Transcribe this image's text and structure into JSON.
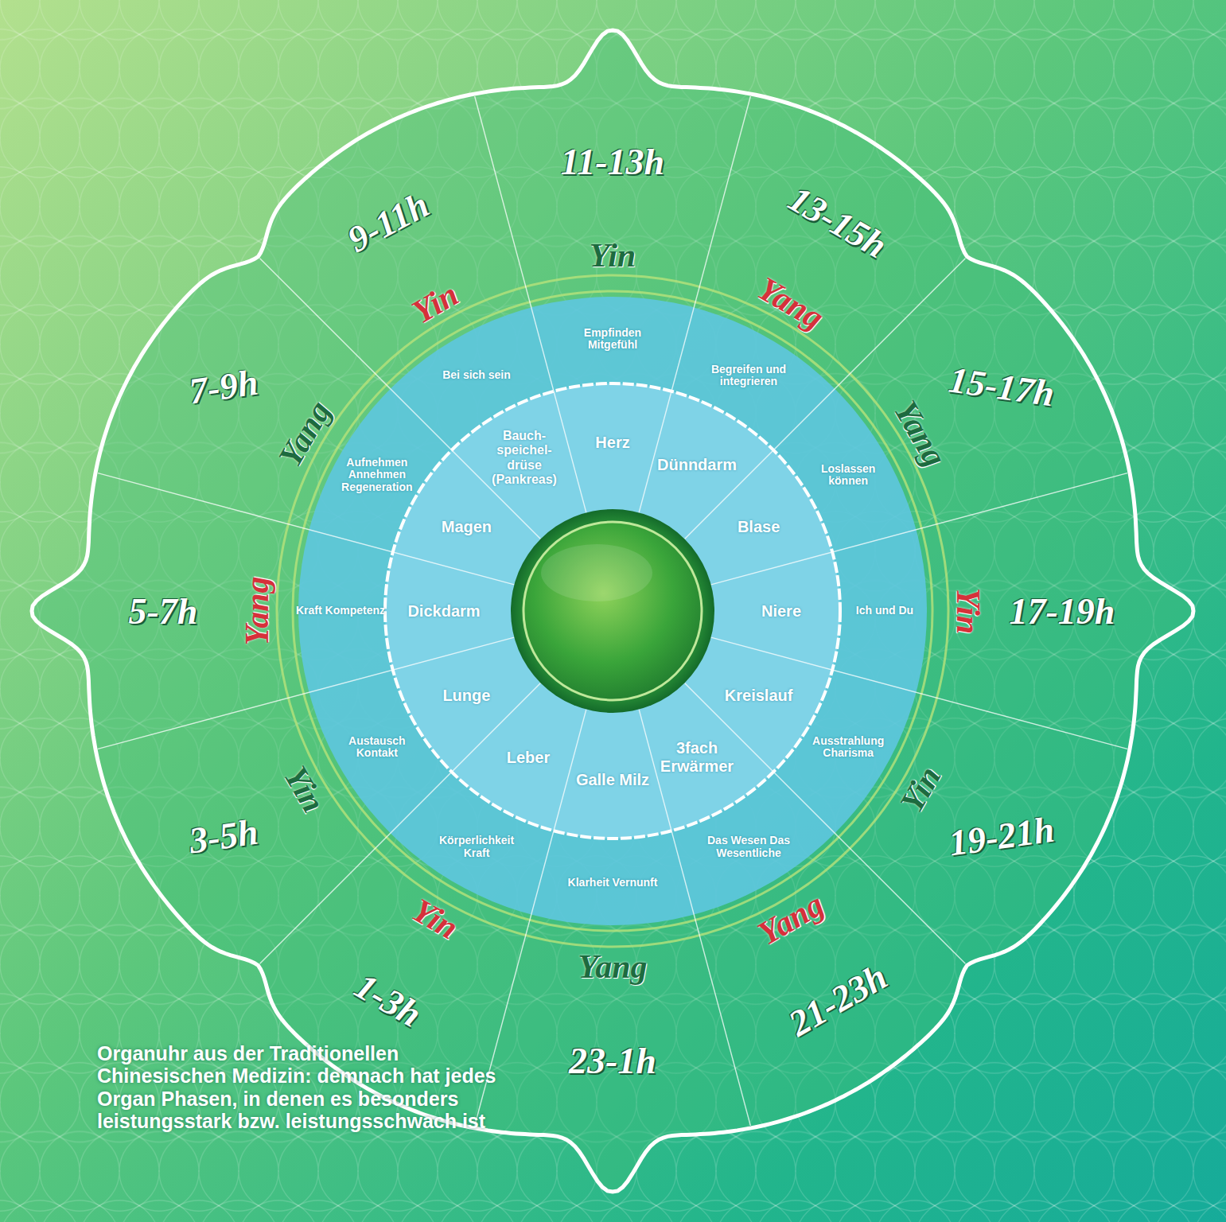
{
  "diagram": {
    "caption": "Organuhr aus der Traditionellen Chinesischen Medizin: demnach hat jedes Organ Phasen, in denen es besonders leistungsstark bzw. leistungsschwach ist",
    "nodes": [
      {
        "text": [
          "Herz"
        ]
      },
      {
        "text": [
          "Dünndarm"
        ]
      },
      {
        "text": [
          "Blase"
        ]
      },
      {
        "text": [
          "Niere"
        ]
      },
      {
        "text": [
          "Kreislauf"
        ]
      },
      {
        "text": [
          "3fach Erwärmer"
        ]
      },
      {
        "text": [
          "Galle Milz"
        ]
      },
      {
        "text": [
          "Leber"
        ]
      },
      {
        "text": [
          "Lunge"
        ]
      },
      {
        "text": [
          "Dickdarm"
        ]
      },
      {
        "text": [
          "Magen"
        ]
      },
      {
        "text": [
          "Bauch-speichel-drüse (Pankreas)"
        ]
      },
      {
        "text": [
          "Empfinden Mitgefühl"
        ]
      },
      {
        "text": [
          "Begreifen und integrieren"
        ]
      },
      {
        "text": [
          "Loslassen können"
        ]
      },
      {
        "text": [
          "Ich und Du"
        ]
      },
      {
        "text": [
          "Ausstrahlung Charisma"
        ]
      },
      {
        "text": [
          "Das Wesen Das Wesentliche"
        ]
      },
      {
        "text": [
          "Klarheit Vernunft"
        ]
      },
      {
        "text": [
          "Körperlichkeit Kraft"
        ]
      },
      {
        "text": [
          "Austausch Kontakt"
        ]
      },
      {
        "text": [
          "Kraft Kompetenz"
        ]
      },
      {
        "text": [
          "Aufnehmen Annehmen Regeneration"
        ]
      },
      {
        "text": [
          "Bei sich sein"
        ]
      }
    ],
    "labels": [
      "11-13h",
      "13-15h",
      "15-17h",
      "17-19h",
      "19-21h",
      "21-23h",
      "23-1h",
      "1-3h",
      "3-5h",
      "5-7h",
      "7-9h",
      "9-11h",
      "Yin",
      "Yang",
      "Yang",
      "Yin",
      "Yin",
      "Yang",
      "Yang",
      "Yin",
      "Yin",
      "Yang",
      "Yang",
      "Yin"
    ]
  }
}
